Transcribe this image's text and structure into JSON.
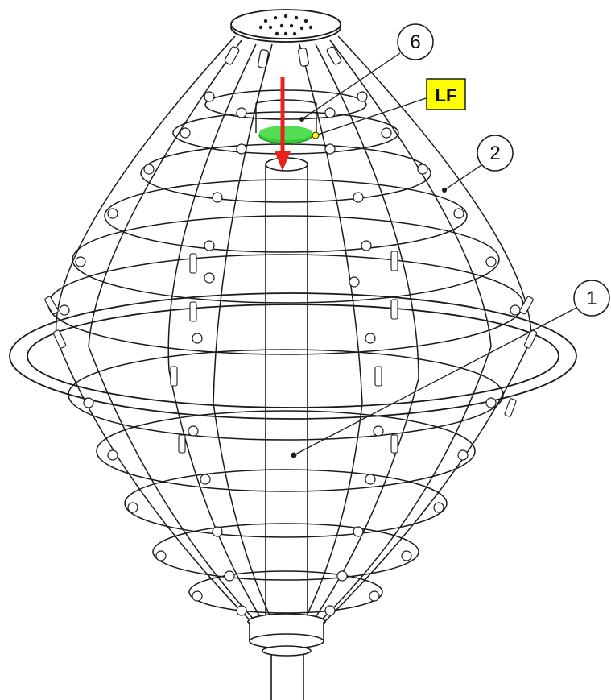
{
  "diagram": {
    "callouts": [
      {
        "id": "callout-6",
        "label": "6"
      },
      {
        "id": "callout-2",
        "label": "2"
      },
      {
        "id": "callout-1",
        "label": "1"
      }
    ],
    "tag_lf": {
      "label": "LF",
      "fill": "#ffff00"
    },
    "arrow_color": "#e8211d",
    "highlight_color": "#33cc33",
    "line_color": "#1a1a1a"
  }
}
